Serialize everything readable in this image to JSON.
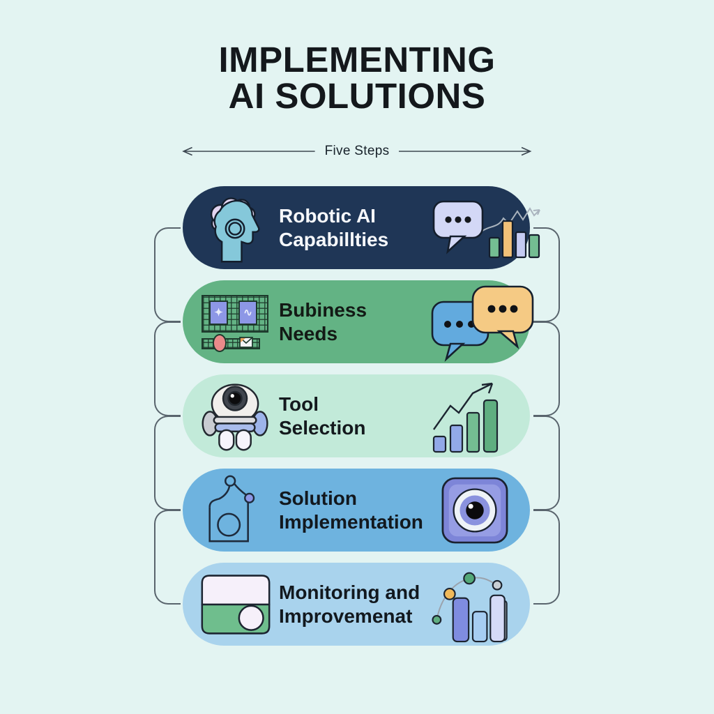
{
  "title": {
    "line1": "IMPLEMENTING",
    "line2": "AI SOLUTIONS"
  },
  "subtitle": {
    "label": "Five Steps"
  },
  "steps": [
    {
      "line1": "Robotic AI",
      "line2": "Capabillties",
      "bg": "#1f3656",
      "text_color": "#f6f8fb",
      "left_icon": "head-brain-icon",
      "right_icon": "chat-bubble-and-bar-chart-icon"
    },
    {
      "line1": "Bubiness",
      "line2": "Needs",
      "bg": "#63b384",
      "text_color": "#131a15",
      "left_icon": "grid-table-icon",
      "right_icon": "chat-bubbles-icon"
    },
    {
      "line1": "Tool",
      "line2": "Selection",
      "bg": "#c2ead9",
      "text_color": "#14191d",
      "left_icon": "robot-camera-icon",
      "right_icon": "growth-bar-chart-arrow-icon"
    },
    {
      "line1": "Solution",
      "line2": "Implementation",
      "bg": "#6eb3df",
      "text_color": "#12181e",
      "left_icon": "network-tag-icon",
      "right_icon": "eye-lens-icon"
    },
    {
      "line1": "Monitoring and",
      "line2": "Improvemenat",
      "bg": "#a9d3ed",
      "text_color": "#12181e",
      "left_icon": "card-icon",
      "right_icon": "dot-curve-bar-chart-icon"
    }
  ],
  "glyphs": {
    "sparkle": "✦",
    "wave": "∿"
  },
  "colors": {
    "background": "#e3f4f2",
    "connector": "#59646d",
    "title_text": "#14181c"
  }
}
